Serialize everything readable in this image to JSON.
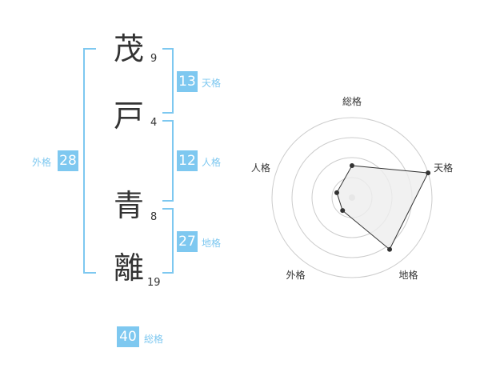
{
  "name": {
    "chars": [
      {
        "char": "茂",
        "strokes": "9"
      },
      {
        "char": "戸",
        "strokes": "4"
      },
      {
        "char": "青",
        "strokes": "8"
      },
      {
        "char": "離",
        "strokes": "19"
      }
    ]
  },
  "kakusu": {
    "tenkaku": {
      "value": "13",
      "label": "天格"
    },
    "jinkaku": {
      "value": "12",
      "label": "人格"
    },
    "chikaku": {
      "value": "27",
      "label": "地格"
    },
    "gaikaku": {
      "value": "28",
      "label": "外格"
    },
    "soukaku": {
      "value": "40",
      "label": "総格"
    }
  },
  "colors": {
    "accent": "#7ec8f0",
    "text": "#333333",
    "grid": "#cccccc",
    "fill": "#eeeeee"
  },
  "chart_data": {
    "type": "radar",
    "axes": [
      "総格",
      "天格",
      "地格",
      "外格",
      "人格"
    ],
    "values": [
      0.4,
      1.0,
      0.8,
      0.2,
      0.2
    ],
    "rings": 4,
    "grid": true
  }
}
